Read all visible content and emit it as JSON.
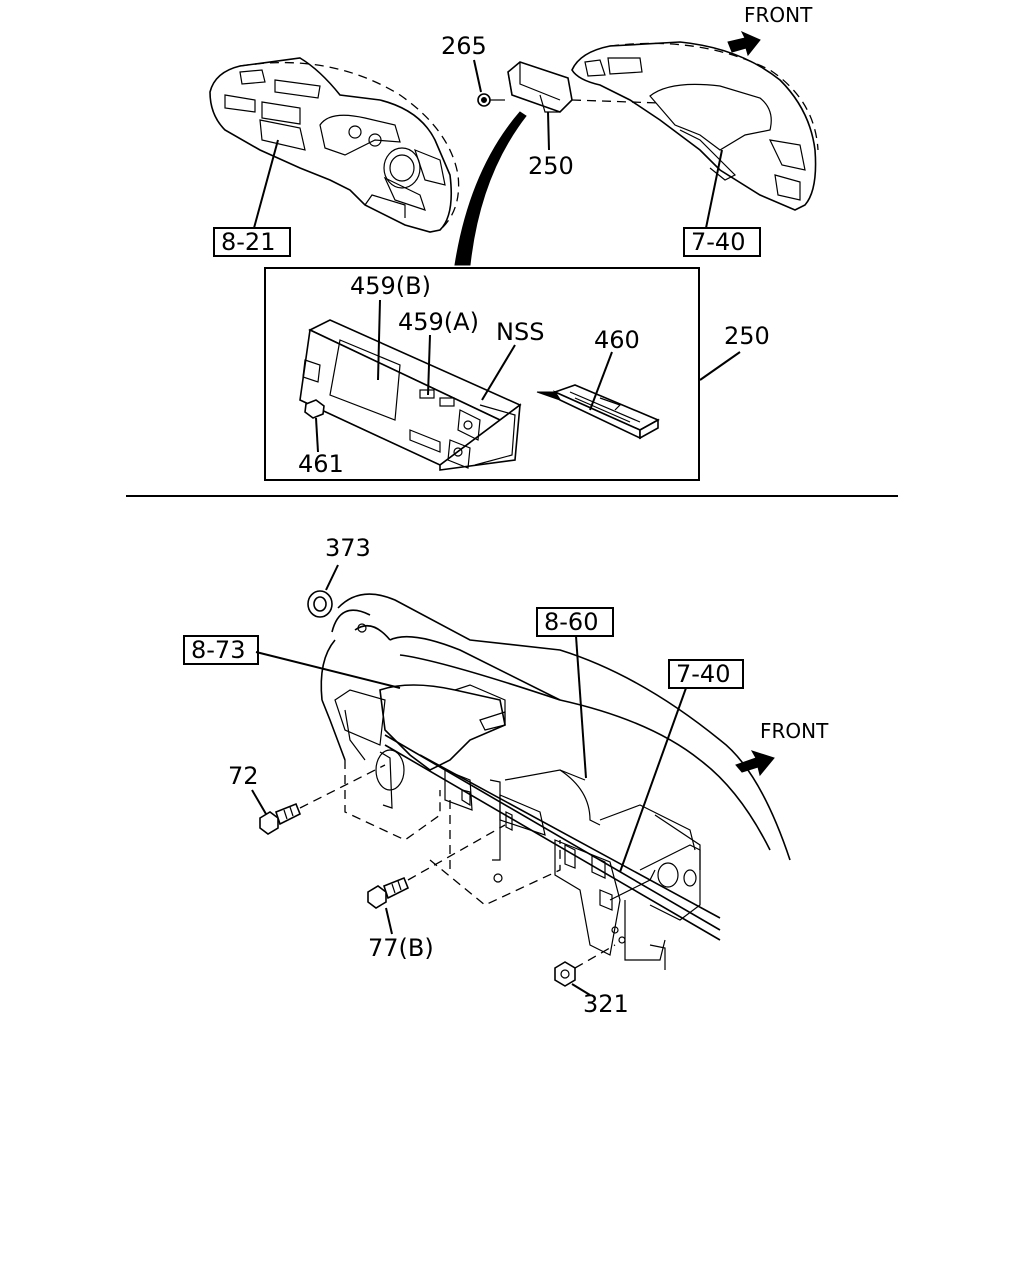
{
  "labels": {
    "front_top": "FRONT",
    "front_bottom": "FRONT",
    "part_265": "265",
    "part_250_upper": "250",
    "ref_8_21": "8-21",
    "ref_7_40_upper": "7-40",
    "part_459b": "459(B)",
    "part_459a": "459(A)",
    "nss": "NSS",
    "part_460": "460",
    "part_250_detail": "250",
    "part_461": "461",
    "part_373": "373",
    "ref_8_73": "8-73",
    "ref_8_60": "8-60",
    "ref_7_40_lower": "7-40",
    "part_72": "72",
    "part_77b": "77(B)",
    "part_321": "321"
  },
  "colors": {
    "line": "#000000",
    "background": "#ffffff"
  }
}
